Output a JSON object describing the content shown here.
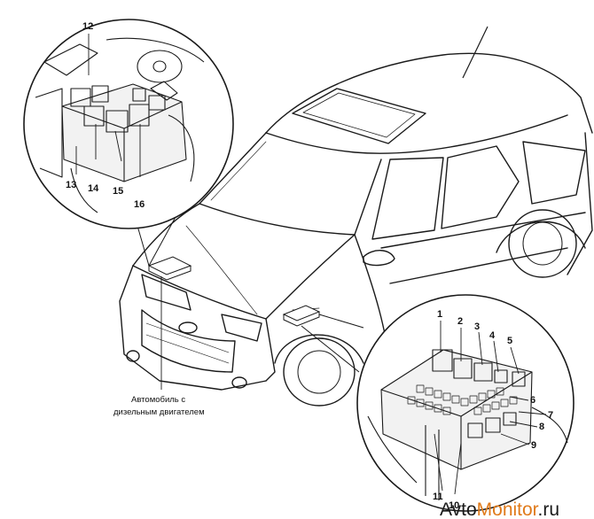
{
  "callouts_top": [
    "12",
    "13",
    "14",
    "15",
    "16"
  ],
  "callouts_bottom": [
    "1",
    "2",
    "3",
    "4",
    "5",
    "6",
    "7",
    "8",
    "9",
    "10",
    "11"
  ],
  "caption": {
    "line1": "Автомобиль с",
    "line2": "дизельным двигателем"
  },
  "watermark": {
    "part1": "Avto",
    "part2": "Monitor",
    "part3": ".ru"
  },
  "colors": {
    "ink": "#1a1a1a",
    "paper": "#ffffff",
    "wm_black": "#1a1a1a",
    "wm_orange": "#e07a1a"
  }
}
